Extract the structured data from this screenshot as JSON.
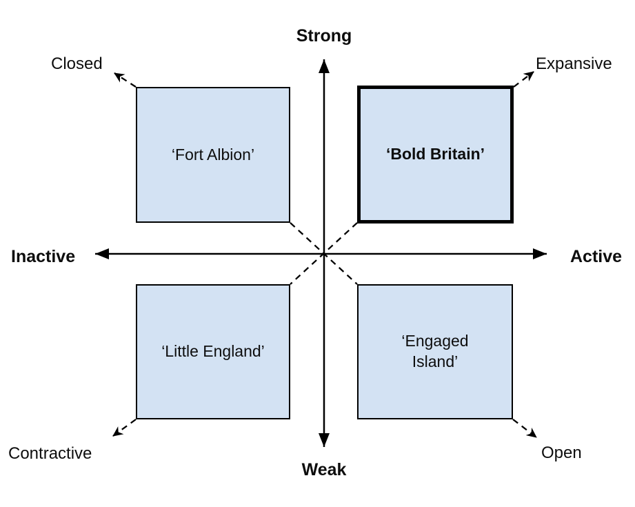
{
  "diagram": {
    "title_implicit": "Strategy quadrant matrix",
    "colors": {
      "box_fill": "#d3e2f3",
      "line": "#000000",
      "background": "#ffffff",
      "text": "#0d0d0d"
    },
    "axes": {
      "vertical_top_label": "Strong",
      "vertical_bottom_label": "Weak",
      "horizontal_left_label": "Inactive",
      "horizontal_right_label": "Active"
    },
    "diagonal_labels": {
      "top_left": "Closed",
      "top_right": "Expansive",
      "bottom_left": "Contractive",
      "bottom_right": "Open"
    },
    "quadrants": {
      "top_left": {
        "label": "‘Fort Albion’",
        "emphasized": false
      },
      "top_right": {
        "label": "‘Bold Britain’",
        "emphasized": true
      },
      "bottom_left": {
        "label": "‘Little England’",
        "emphasized": false
      },
      "bottom_right": {
        "label": "‘Engaged Island’",
        "emphasized": false
      }
    }
  }
}
